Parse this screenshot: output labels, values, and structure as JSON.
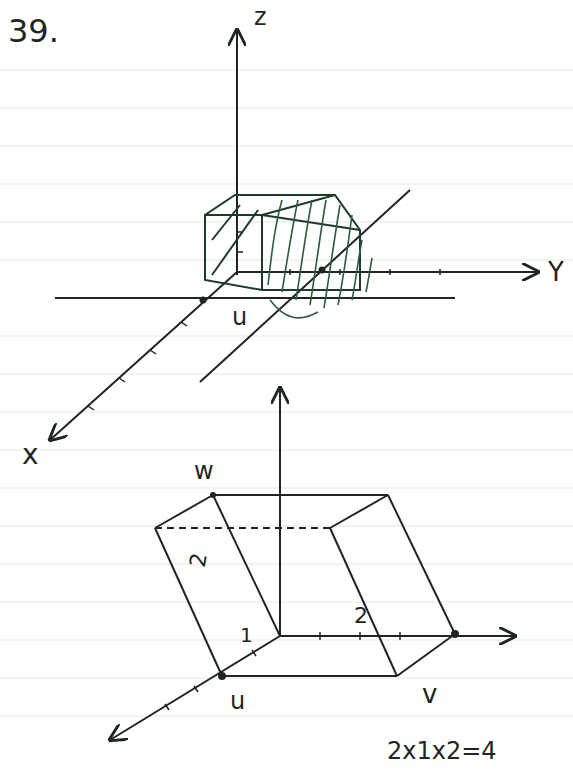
{
  "diagram": {
    "labels": [
      "39.",
      "z",
      "Y",
      "x",
      "u",
      "w",
      "2",
      "1",
      "2",
      "u",
      "v",
      "2x1x2=4"
    ]
  }
}
